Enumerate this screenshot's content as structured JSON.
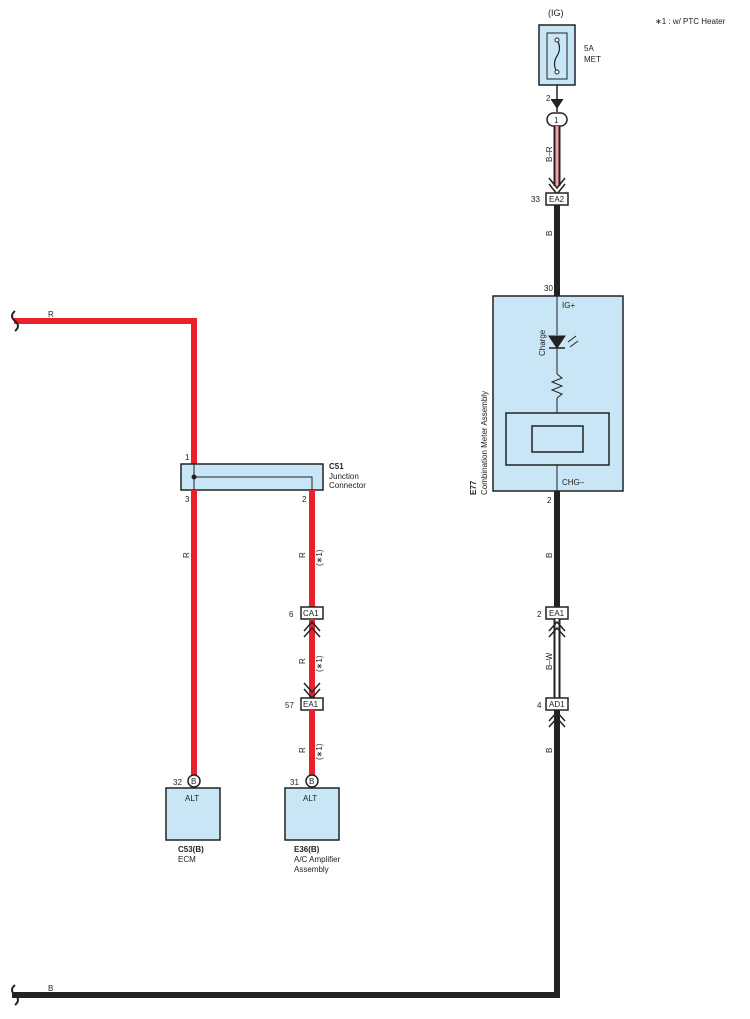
{
  "note": "∗1 : w/ PTC Heater",
  "fuse": {
    "supply": "(IG)",
    "pin": "2",
    "rating": "5A",
    "name": "MET"
  },
  "splice": {
    "label": "1"
  },
  "wires": {
    "br": "B–R",
    "b1": "B",
    "b2": "B",
    "bw": "B–W",
    "b3": "B",
    "b_bottom": "B",
    "r_top": "R",
    "r_c51_3": "R",
    "r_c51_2": "R",
    "r_ca1": "R",
    "r_ea1": "R",
    "star1_a": "(∗1)",
    "star1_b": "(∗1)",
    "star1_c": "(∗1)"
  },
  "connectors": {
    "ea2": {
      "pin": "33",
      "name": "EA2"
    },
    "ea1_right": {
      "pin": "2",
      "name": "EA1"
    },
    "ad1": {
      "pin": "4",
      "name": "AD1"
    },
    "ca1": {
      "pin": "6",
      "name": "CA1"
    },
    "ea1_left": {
      "pin": "57",
      "name": "EA1"
    }
  },
  "meter": {
    "code": "E77",
    "name": "Combination Meter Assembly",
    "pin_in": "30",
    "ig_label": "IG+",
    "led_label": "Charge",
    "chg_label": "CHG–",
    "pin_out": "2"
  },
  "junction": {
    "code": "C51",
    "line1": "Junction",
    "line2": "Connector",
    "pin1": "1",
    "pin3": "3",
    "pin2": "2"
  },
  "ecm": {
    "pin": "32",
    "badge": "B",
    "label": "ALT",
    "code": "C53(B)",
    "name": "ECM"
  },
  "amp": {
    "pin": "31",
    "badge": "B",
    "label": "ALT",
    "code": "E36(B)",
    "name1": "A/C Amplifier",
    "name2": "Assembly"
  }
}
